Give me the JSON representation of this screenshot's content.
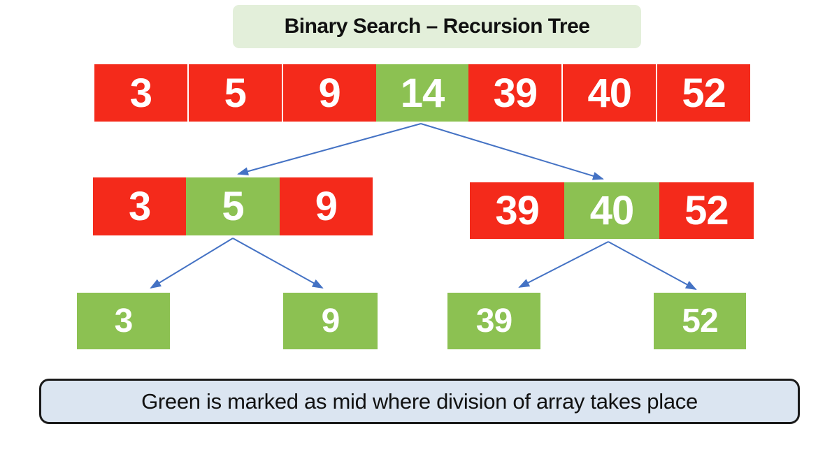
{
  "title": "Binary Search – Recursion Tree",
  "caption": "Green is marked as mid where division of array takes place",
  "colors": {
    "red": "#f42a1b",
    "green": "#8cc152",
    "arrow": "#4472c4",
    "title_bg": "#e3efda",
    "caption_bg": "#dbe5f1",
    "caption_border": "#1a1a1a",
    "number_text": "#ffffff",
    "text": "#111111"
  },
  "tree": {
    "root": {
      "cells": [
        {
          "value": "3",
          "role": "red"
        },
        {
          "value": "5",
          "role": "red"
        },
        {
          "value": "9",
          "role": "red"
        },
        {
          "value": "14",
          "role": "mid"
        },
        {
          "value": "39",
          "role": "red"
        },
        {
          "value": "40",
          "role": "red"
        },
        {
          "value": "52",
          "role": "red"
        }
      ]
    },
    "left_subarray": {
      "cells": [
        {
          "value": "3",
          "role": "red"
        },
        {
          "value": "5",
          "role": "mid"
        },
        {
          "value": "9",
          "role": "red"
        }
      ]
    },
    "right_subarray": {
      "cells": [
        {
          "value": "39",
          "role": "red"
        },
        {
          "value": "40",
          "role": "mid"
        },
        {
          "value": "52",
          "role": "red"
        }
      ]
    },
    "leaves": [
      {
        "value": "3"
      },
      {
        "value": "9"
      },
      {
        "value": "39"
      },
      {
        "value": "52"
      }
    ]
  }
}
